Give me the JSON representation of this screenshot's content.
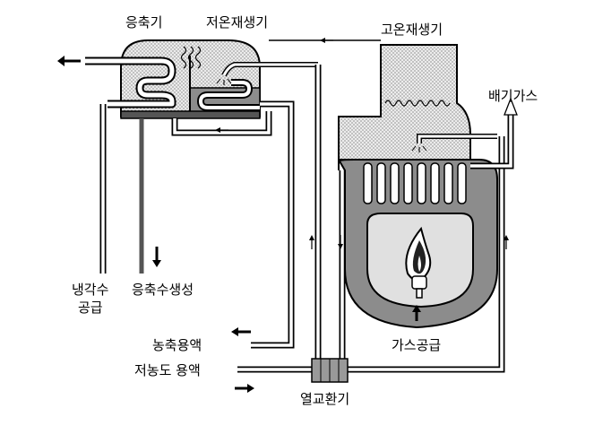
{
  "labels": {
    "condenser": "응축기",
    "low_temp_generator": "저온재생기",
    "high_temp_generator": "고온재생기",
    "exhaust_gas": "배기가스",
    "cooling_water_supply_line1": "냉각수",
    "cooling_water_supply_line2": "공급",
    "condensate_production": "응축수생성",
    "concentrated_solution": "농축용액",
    "low_concentration_solution": "저농도 용액",
    "gas_supply": "가스공급",
    "heat_exchanger": "열교환기"
  },
  "colors": {
    "stroke": "#000000",
    "pipe_fill": "#ffffff",
    "tank_light": "#e6e6e6",
    "solution": "#8c8c8c",
    "dark_pipe": "#555555",
    "burner": "#e0e0e0"
  }
}
